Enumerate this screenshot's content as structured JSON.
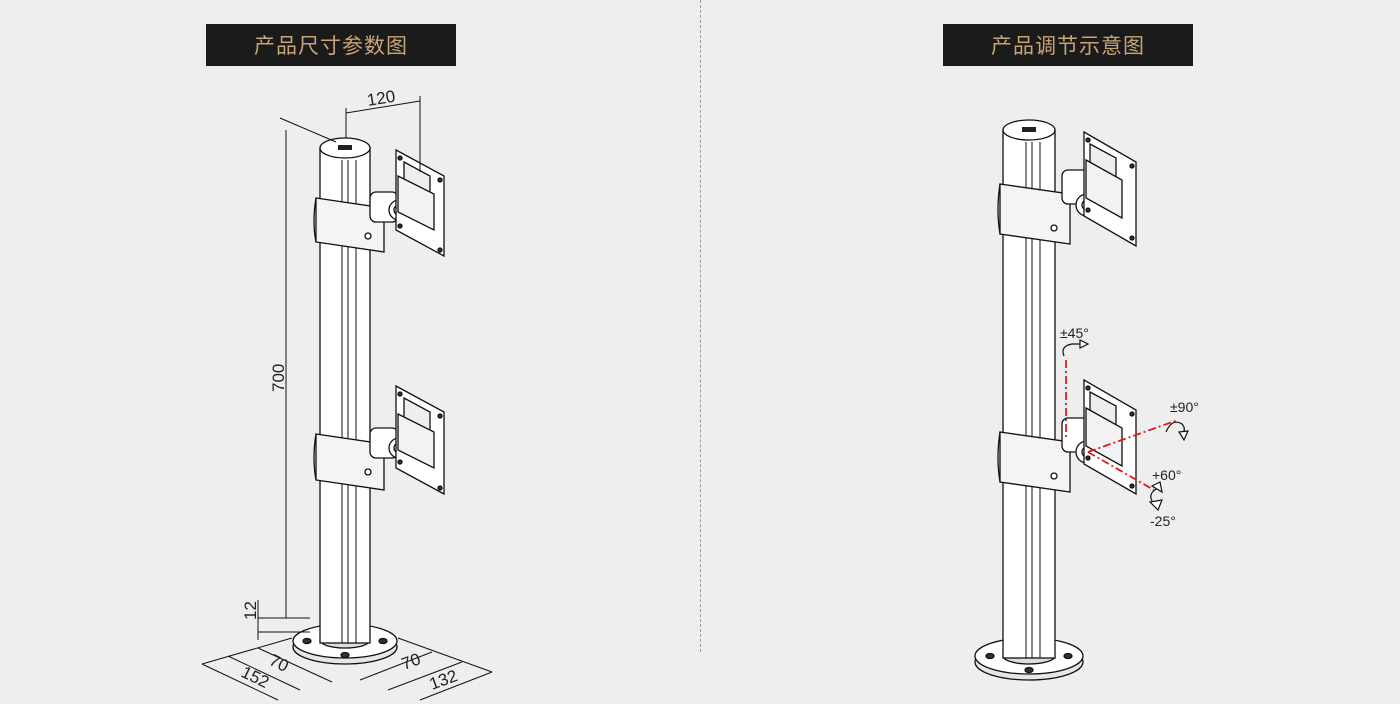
{
  "left": {
    "title": "产品尺寸参数图",
    "dimensions": {
      "top_offset": "120",
      "height": "700",
      "base_thickness": "12",
      "base_left_depth": "152",
      "base_left_inner": "70",
      "base_right_inner": "70",
      "base_right_depth": "132"
    }
  },
  "right": {
    "title": "产品调节示意图",
    "angles": {
      "swivel": "±45°",
      "rotate": "±90°",
      "tilt_up": "+60°",
      "tilt_down": "-25°"
    }
  },
  "colors": {
    "title_bg": "#1b1b1b",
    "title_text": "#c8a577",
    "adjust_line": "#e01a1a",
    "background": "#eeeeee"
  }
}
